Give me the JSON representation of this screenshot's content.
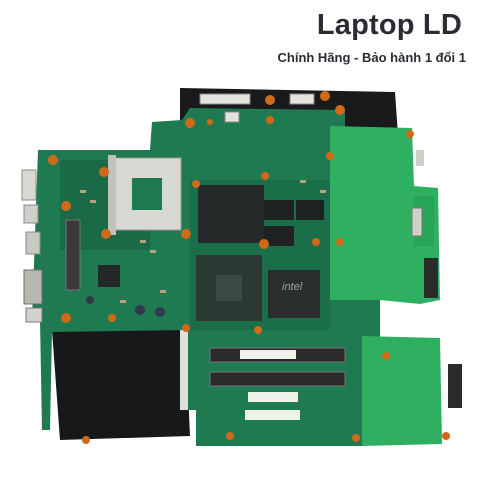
{
  "brand": {
    "title": "Laptop LD",
    "subtitle": "Chính Hãng - Bảo hành 1 đổi 1"
  },
  "photo": {
    "subject": "laptop-motherboard",
    "chip_logo_text": "intel"
  },
  "colors": {
    "brand_text": "#2b2b33",
    "board_green": "#1f7a52",
    "board_dark": "#124a33",
    "flex_green": "#2fb061",
    "black_tape": "#1a1a1c",
    "socket": "#d8d8d2",
    "chip": "#2a2d2e",
    "label_white": "#eef0ea",
    "gold": "#c79a3c",
    "pad_orange": "#d06a18"
  }
}
